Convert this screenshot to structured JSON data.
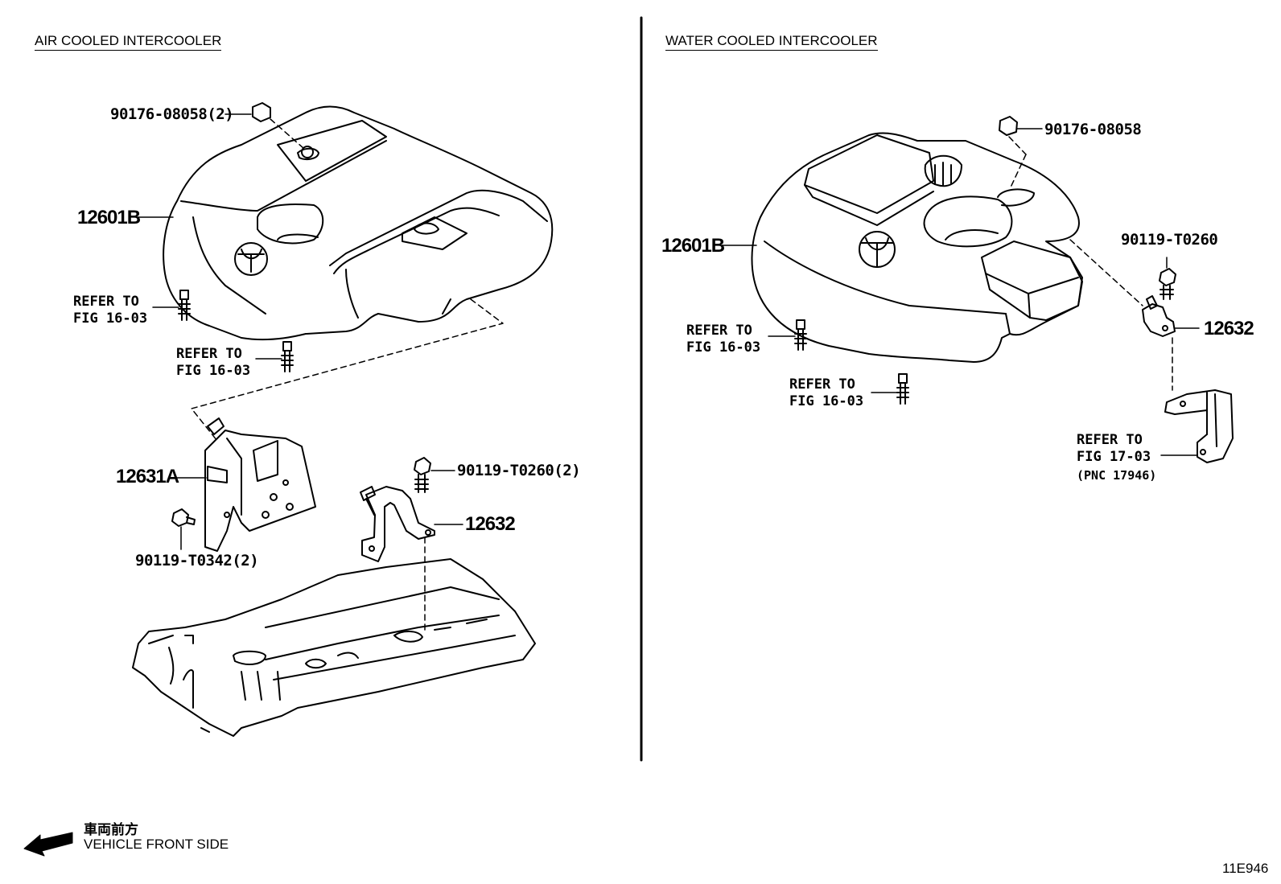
{
  "sections": {
    "left_title": "AIR COOLED INTERCOOLER",
    "right_title": "WATER COOLED INTERCOOLER"
  },
  "left": {
    "nut_label": "90176-08058(2)",
    "cover_label": "12601B",
    "ref1": "REFER TO\nFIG 16-03",
    "ref2": "REFER TO\nFIG 16-03",
    "bracket_a_label": "12631A",
    "bolt_label": "90119-T0342(2)",
    "bolt2_label": "90119-T0260(2)",
    "bracket_b_label": "12632"
  },
  "right": {
    "nut_label": "90176-08058",
    "cover_label": "12601B",
    "ref1": "REFER TO\nFIG 16-03",
    "ref2": "REFER TO\nFIG 16-03",
    "bolt_label": "90119-T0260",
    "bracket_label": "12632",
    "ref3": "REFER TO\nFIG 17-03",
    "pnc": "(PNC 17946)"
  },
  "footer": {
    "jp_label": "車両前方",
    "en_label": "VEHICLE FRONT SIDE",
    "fig_id": "11E946"
  }
}
